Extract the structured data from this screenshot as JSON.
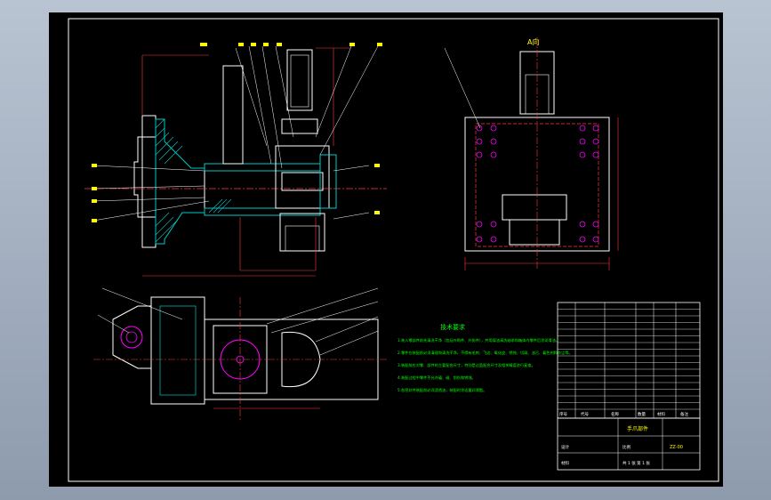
{
  "colors": {
    "background_gradient_top": "#b9c4d2",
    "background_gradient_bottom": "#8e9bad",
    "sheet": "#000000",
    "border": "#ffffff",
    "outline": "#ffffff",
    "dimension": "#ff3b3b",
    "hatch": "#00c8c8",
    "leader": "#ffffff",
    "callout": "#ffff00",
    "notes_text": "#00ff00",
    "center_line": "#ff3b3b",
    "magenta": "#ff00ff",
    "table_text": "#ffffff"
  },
  "tech_requirements": {
    "heading": "技术要求",
    "items": [
      "1.装入零部件前先清洗干净（包括外购件、外协件），并用煤油清洗轴承和箱体内零件后涂润滑油。",
      "2.零件在装配前必须清理和清洗干净，不得有毛刺、飞边、氧化皮、锈蚀、切屑、油污、着色剂和灰尘等。",
      "3.装配前应对零、部件的主要配合尺寸，特别是过盈配合尺寸及相关精度进行复查。",
      "4.装配过程中零件不允许磕、碰、划伤和锈蚀。",
      "5.各密封件装配前必须浸透油，装配时涂适量润滑脂。"
    ]
  },
  "view_label": "A向",
  "title_block": {
    "name": "手爪部件",
    "drawing_no": "ZZ-00",
    "designer_label": "设计",
    "scale_label": "比例",
    "material_label": "材料",
    "sheet_label": "共 1 张  第 1 张"
  },
  "bom_headers": [
    "序号",
    "代号",
    "名称",
    "数量",
    "材料",
    "备注"
  ]
}
